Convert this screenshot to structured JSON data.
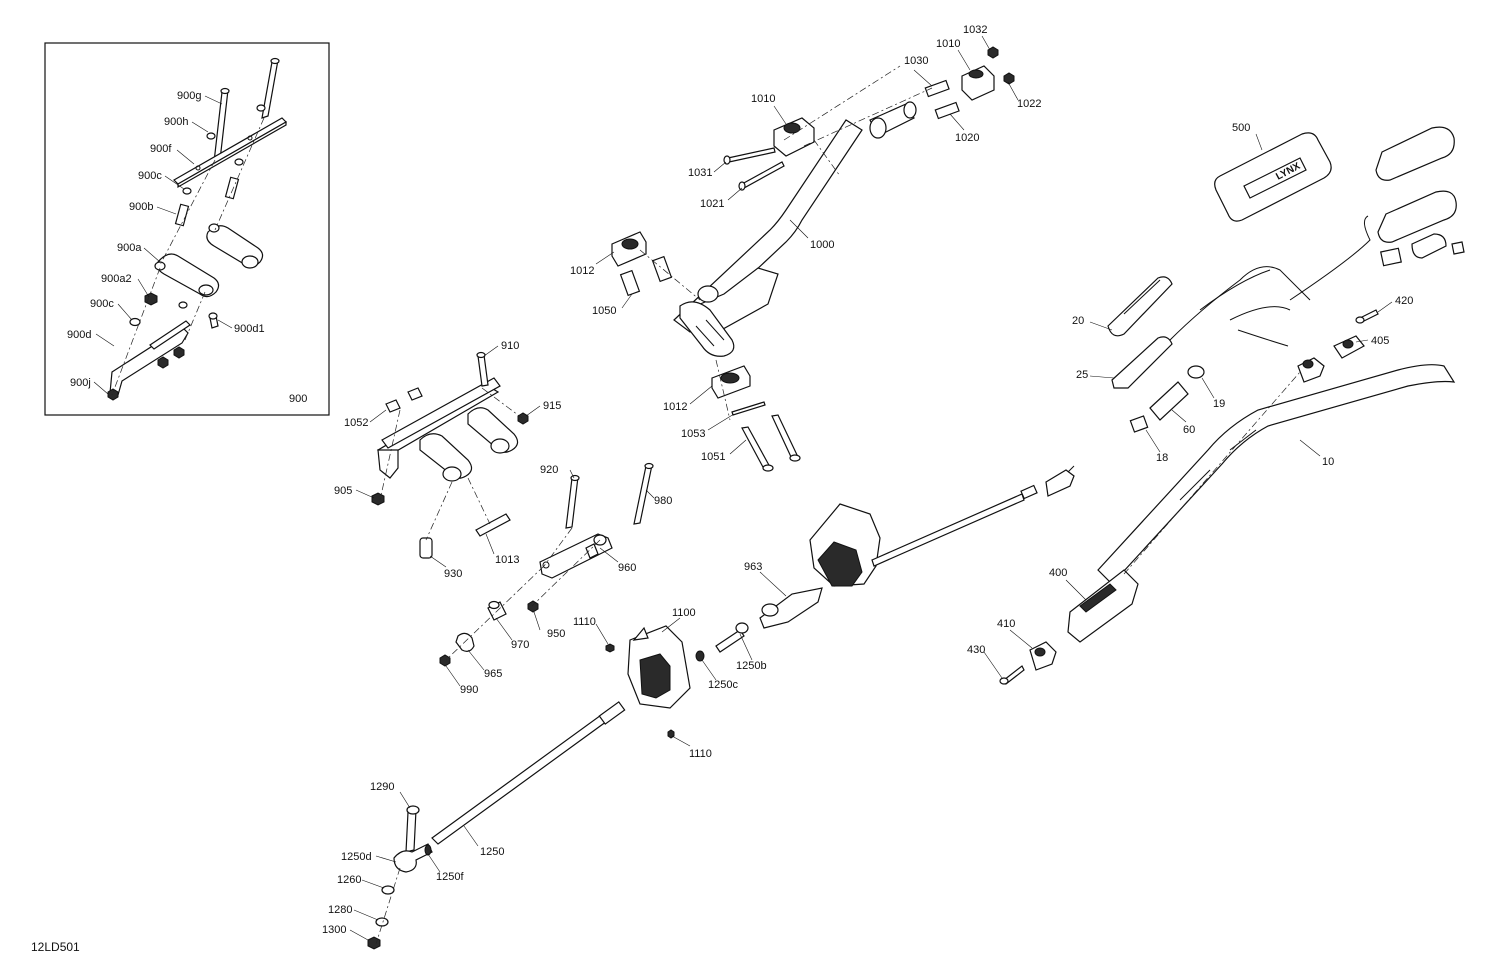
{
  "diagram_code": "12LD501",
  "inset_label": "900",
  "callouts": [
    {
      "id": "c-900g",
      "text": "900g"
    },
    {
      "id": "c-900h",
      "text": "900h"
    },
    {
      "id": "c-900f",
      "text": "900f"
    },
    {
      "id": "c-900c-top",
      "text": "900c"
    },
    {
      "id": "c-900b",
      "text": "900b"
    },
    {
      "id": "c-900a",
      "text": "900a"
    },
    {
      "id": "c-900a2",
      "text": "900a2"
    },
    {
      "id": "c-900c-bot",
      "text": "900c"
    },
    {
      "id": "c-900d",
      "text": "900d"
    },
    {
      "id": "c-900d1",
      "text": "900d1"
    },
    {
      "id": "c-900j",
      "text": "900j"
    },
    {
      "id": "c-910",
      "text": "910"
    },
    {
      "id": "c-915",
      "text": "915"
    },
    {
      "id": "c-1052",
      "text": "1052"
    },
    {
      "id": "c-905",
      "text": "905"
    },
    {
      "id": "c-930",
      "text": "930"
    },
    {
      "id": "c-1013",
      "text": "1013"
    },
    {
      "id": "c-920",
      "text": "920"
    },
    {
      "id": "c-980",
      "text": "980"
    },
    {
      "id": "c-960",
      "text": "960"
    },
    {
      "id": "c-970",
      "text": "970"
    },
    {
      "id": "c-950",
      "text": "950"
    },
    {
      "id": "c-965",
      "text": "965"
    },
    {
      "id": "c-990",
      "text": "990"
    },
    {
      "id": "c-1012-top",
      "text": "1012"
    },
    {
      "id": "c-1050",
      "text": "1050"
    },
    {
      "id": "c-1012-bot",
      "text": "1012"
    },
    {
      "id": "c-1053",
      "text": "1053"
    },
    {
      "id": "c-1051",
      "text": "1051"
    },
    {
      "id": "c-1010-left",
      "text": "1010"
    },
    {
      "id": "c-1031",
      "text": "1031"
    },
    {
      "id": "c-1021",
      "text": "1021"
    },
    {
      "id": "c-1000",
      "text": "1000"
    },
    {
      "id": "c-1030",
      "text": "1030"
    },
    {
      "id": "c-1010-right",
      "text": "1010"
    },
    {
      "id": "c-1032",
      "text": "1032"
    },
    {
      "id": "c-1022",
      "text": "1022"
    },
    {
      "id": "c-1020",
      "text": "1020"
    },
    {
      "id": "c-500",
      "text": "500"
    },
    {
      "id": "c-20",
      "text": "20"
    },
    {
      "id": "c-25",
      "text": "25"
    },
    {
      "id": "c-19",
      "text": "19"
    },
    {
      "id": "c-60",
      "text": "60"
    },
    {
      "id": "c-18",
      "text": "18"
    },
    {
      "id": "c-420",
      "text": "420"
    },
    {
      "id": "c-405",
      "text": "405"
    },
    {
      "id": "c-10",
      "text": "10"
    },
    {
      "id": "c-400",
      "text": "400"
    },
    {
      "id": "c-410",
      "text": "410"
    },
    {
      "id": "c-430",
      "text": "430"
    },
    {
      "id": "c-963",
      "text": "963"
    },
    {
      "id": "c-1110-top",
      "text": "1110"
    },
    {
      "id": "c-1100",
      "text": "1100"
    },
    {
      "id": "c-1250b",
      "text": "1250b"
    },
    {
      "id": "c-1250c",
      "text": "1250c"
    },
    {
      "id": "c-1110-bot",
      "text": "1110"
    },
    {
      "id": "c-1290",
      "text": "1290"
    },
    {
      "id": "c-1250",
      "text": "1250"
    },
    {
      "id": "c-1250d",
      "text": "1250d"
    },
    {
      "id": "c-1250f",
      "text": "1250f"
    },
    {
      "id": "c-1260",
      "text": "1260"
    },
    {
      "id": "c-1280",
      "text": "1280"
    },
    {
      "id": "c-1300",
      "text": "1300"
    }
  ],
  "logo_text": "LYNX"
}
